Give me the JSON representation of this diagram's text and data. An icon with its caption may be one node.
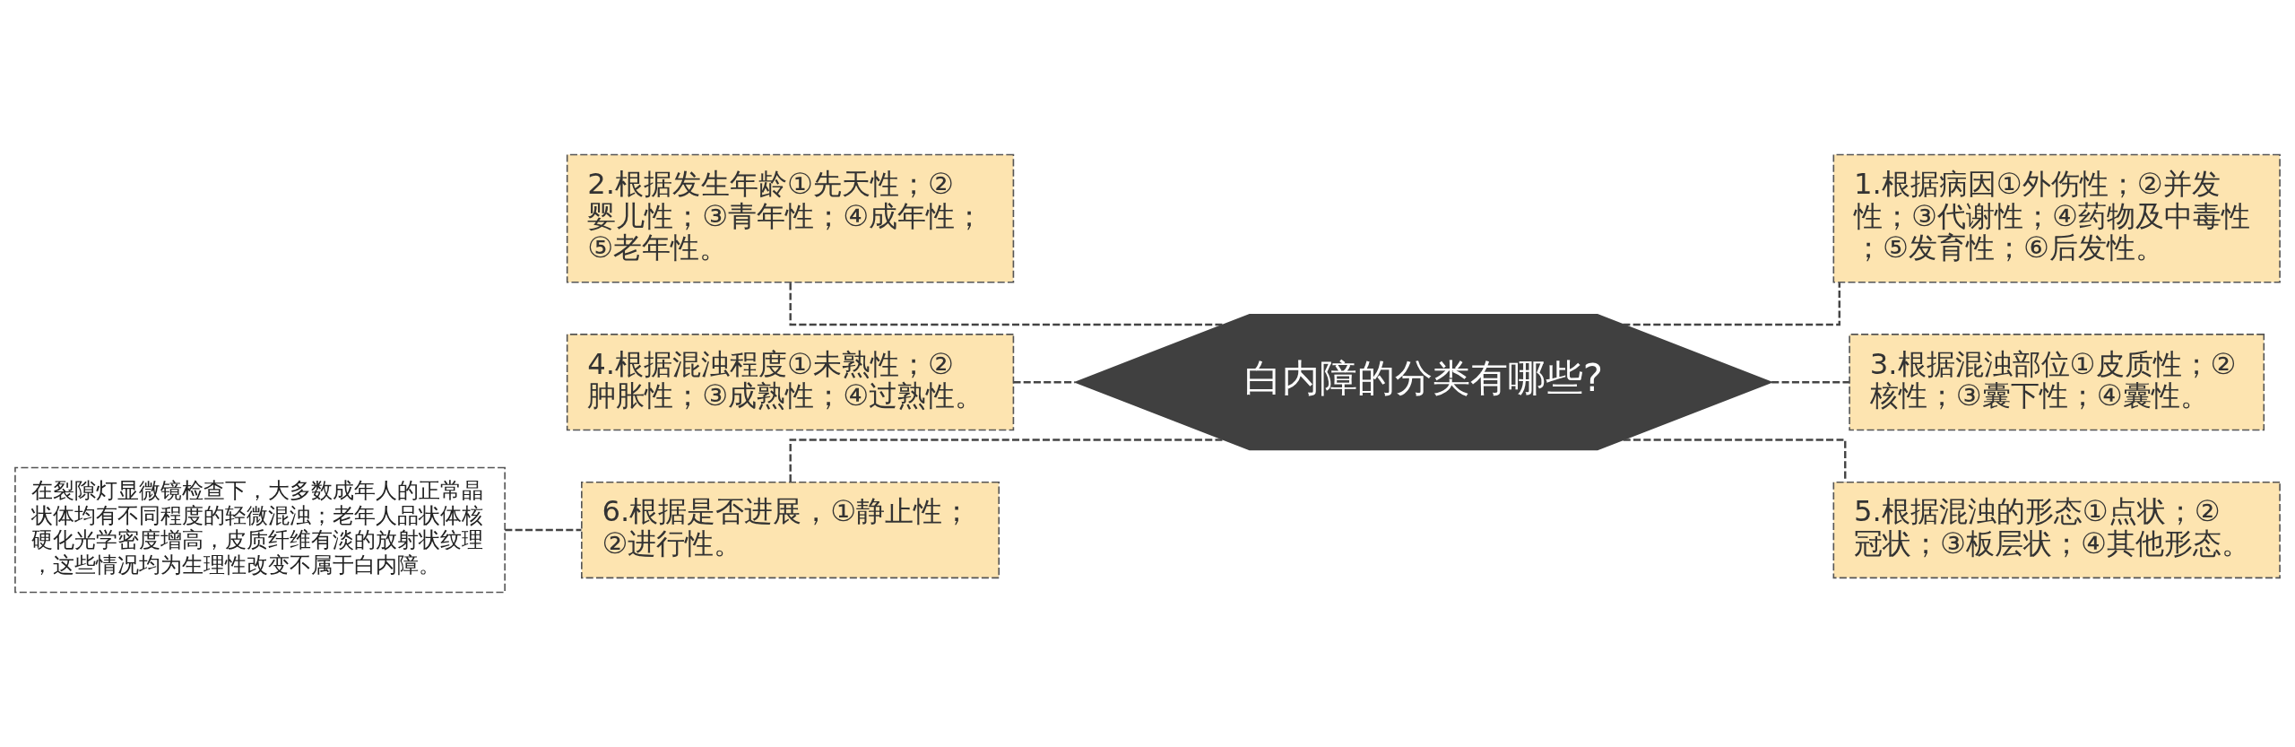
{
  "diagram": {
    "nodes": [
      {
        "text": [
          "白内障的分类有哪些?"
        ]
      },
      {
        "text": [
          "1.根据病因①外伤性；②并发性；③代谢性；④药物及中毒性；⑤发育性；⑥后发性。"
        ]
      },
      {
        "text": [
          "2.根据发生年龄①先天性；②婴儿性；③青年性；④成年性；⑤老年性。"
        ]
      },
      {
        "text": [
          "3.根据混浊部位①皮质性；②核性；③囊下性；④囊性。"
        ]
      },
      {
        "text": [
          "4.根据混浊程度①未熟性；②肿胀性；③成熟性；④过熟性。"
        ]
      },
      {
        "text": [
          "5.根据混浊的形态①点状；②冠状；③板层状；④其他形态。"
        ]
      },
      {
        "text": [
          "6.根据是否进展，①静止性；②进行性。"
        ]
      },
      {
        "text": [
          "在裂隙灯显微镜检查下，大多数成年人的正常晶状体均有不同程度的轻微混浊；老年人品状体核硬化光学密度增高，皮质纤维有淡的放射状纹理，这些情况均为生理性改变不属于白内障。"
        ]
      }
    ],
    "edges": [
      {
        "from": 0,
        "to": 1,
        "arrow": "none",
        "style": "dashed"
      },
      {
        "from": 0,
        "to": 2,
        "arrow": "none",
        "style": "dashed"
      },
      {
        "from": 0,
        "to": 3,
        "arrow": "none",
        "style": "dashed"
      },
      {
        "from": 0,
        "to": 4,
        "arrow": "none",
        "style": "dashed"
      },
      {
        "from": 0,
        "to": 5,
        "arrow": "none",
        "style": "dashed"
      },
      {
        "from": 0,
        "to": 6,
        "arrow": "none",
        "style": "dashed"
      },
      {
        "from": 6,
        "to": 7,
        "arrow": "none",
        "style": "dashed"
      }
    ]
  }
}
